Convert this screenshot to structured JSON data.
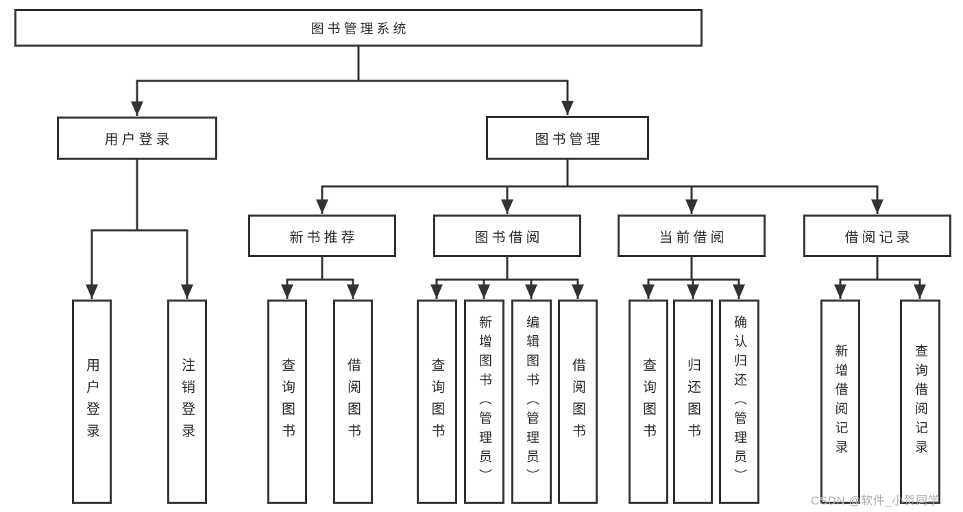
{
  "title": {
    "label": "图书管理系统"
  },
  "level2": [
    {
      "label": "用户登录"
    },
    {
      "label": "图书管理"
    }
  ],
  "level3": [
    {
      "label": "新书推荐"
    },
    {
      "label": "图书借阅"
    },
    {
      "label": "当前借阅"
    },
    {
      "label": "借阅记录"
    }
  ],
  "leaves": {
    "login": [
      {
        "label": "用户登录"
      },
      {
        "label": "注销登录"
      }
    ],
    "newbook": [
      {
        "label": "查询图书"
      },
      {
        "label": "借阅图书"
      }
    ],
    "borrow": [
      {
        "label": "查询图书"
      },
      {
        "label": "新增图书（管理员）"
      },
      {
        "label": "编辑图书（管理员）"
      },
      {
        "label": "借阅图书"
      }
    ],
    "current": [
      {
        "label": "查询图书"
      },
      {
        "label": "归还图书"
      },
      {
        "label": "确认归还（管理员）"
      }
    ],
    "records": [
      {
        "label": "新增借阅记录"
      },
      {
        "label": "查询借阅记录"
      }
    ]
  },
  "watermark": {
    "text": "CSDN @软件_小贺同学"
  },
  "colors": {
    "line": "#333333",
    "box_border": "#333333",
    "text": "#2b2b2b",
    "watermark": "#b0b0b0",
    "background": "#ffffff"
  }
}
